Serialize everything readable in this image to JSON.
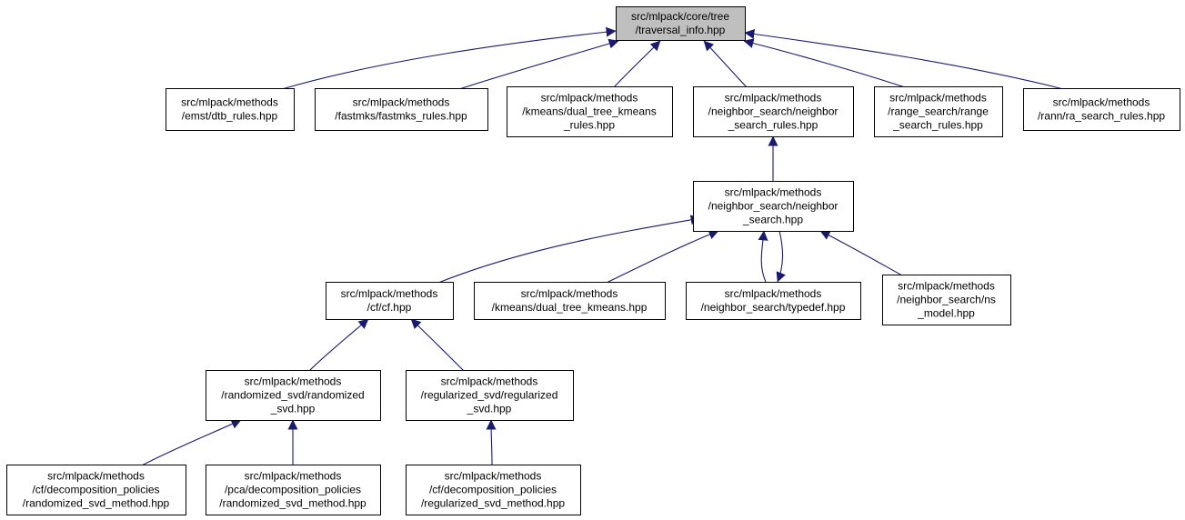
{
  "colors": {
    "edge": "#191970",
    "root_fill": "#bfbfbf",
    "node_fill": "#ffffff",
    "border": "#000000"
  },
  "nodes": [
    {
      "id": "root",
      "lines": [
        "src/mlpack/core/tree",
        "/traversal_info.hpp"
      ]
    },
    {
      "id": "dtb_rules",
      "lines": [
        "src/mlpack/methods",
        "/emst/dtb_rules.hpp"
      ]
    },
    {
      "id": "fastmks_rules",
      "lines": [
        "src/mlpack/methods",
        "/fastmks/fastmks_rules.hpp"
      ]
    },
    {
      "id": "dual_tree_kmeans_rules",
      "lines": [
        "src/mlpack/methods",
        "/kmeans/dual_tree_kmeans",
        "_rules.hpp"
      ]
    },
    {
      "id": "neighbor_search_rules",
      "lines": [
        "src/mlpack/methods",
        "/neighbor_search/neighbor",
        "_search_rules.hpp"
      ]
    },
    {
      "id": "range_search_rules",
      "lines": [
        "src/mlpack/methods",
        "/range_search/range",
        "_search_rules.hpp"
      ]
    },
    {
      "id": "ra_search_rules",
      "lines": [
        "src/mlpack/methods",
        "/rann/ra_search_rules.hpp"
      ]
    },
    {
      "id": "neighbor_search",
      "lines": [
        "src/mlpack/methods",
        "/neighbor_search/neighbor",
        "_search.hpp"
      ]
    },
    {
      "id": "cf",
      "lines": [
        "src/mlpack/methods",
        "/cf/cf.hpp"
      ]
    },
    {
      "id": "dual_tree_kmeans",
      "lines": [
        "src/mlpack/methods",
        "/kmeans/dual_tree_kmeans.hpp"
      ]
    },
    {
      "id": "typedef",
      "lines": [
        "src/mlpack/methods",
        "/neighbor_search/typedef.hpp"
      ]
    },
    {
      "id": "ns_model",
      "lines": [
        "src/mlpack/methods",
        "/neighbor_search/ns",
        "_model.hpp"
      ]
    },
    {
      "id": "randomized_svd",
      "lines": [
        "src/mlpack/methods",
        "/randomized_svd/randomized",
        "_svd.hpp"
      ]
    },
    {
      "id": "regularized_svd",
      "lines": [
        "src/mlpack/methods",
        "/regularized_svd/regularized",
        "_svd.hpp"
      ]
    },
    {
      "id": "cf_randomized_svd_method",
      "lines": [
        "src/mlpack/methods",
        "/cf/decomposition_policies",
        "/randomized_svd_method.hpp"
      ]
    },
    {
      "id": "pca_randomized_svd_method",
      "lines": [
        "src/mlpack/methods",
        "/pca/decomposition_policies",
        "/randomized_svd_method.hpp"
      ]
    },
    {
      "id": "cf_regularized_svd_method",
      "lines": [
        "src/mlpack/methods",
        "/cf/decomposition_policies",
        "/regularized_svd_method.hpp"
      ]
    }
  ],
  "edges": [
    {
      "from": "dtb_rules",
      "to": "root"
    },
    {
      "from": "fastmks_rules",
      "to": "root"
    },
    {
      "from": "dual_tree_kmeans_rules",
      "to": "root"
    },
    {
      "from": "neighbor_search_rules",
      "to": "root"
    },
    {
      "from": "range_search_rules",
      "to": "root"
    },
    {
      "from": "ra_search_rules",
      "to": "root"
    },
    {
      "from": "neighbor_search",
      "to": "neighbor_search_rules"
    },
    {
      "from": "cf",
      "to": "neighbor_search"
    },
    {
      "from": "dual_tree_kmeans",
      "to": "neighbor_search"
    },
    {
      "from": "typedef",
      "to": "neighbor_search"
    },
    {
      "from": "neighbor_search",
      "to": "typedef"
    },
    {
      "from": "ns_model",
      "to": "neighbor_search"
    },
    {
      "from": "randomized_svd",
      "to": "cf"
    },
    {
      "from": "regularized_svd",
      "to": "cf"
    },
    {
      "from": "cf_randomized_svd_method",
      "to": "randomized_svd"
    },
    {
      "from": "pca_randomized_svd_method",
      "to": "randomized_svd"
    },
    {
      "from": "cf_regularized_svd_method",
      "to": "regularized_svd"
    }
  ]
}
